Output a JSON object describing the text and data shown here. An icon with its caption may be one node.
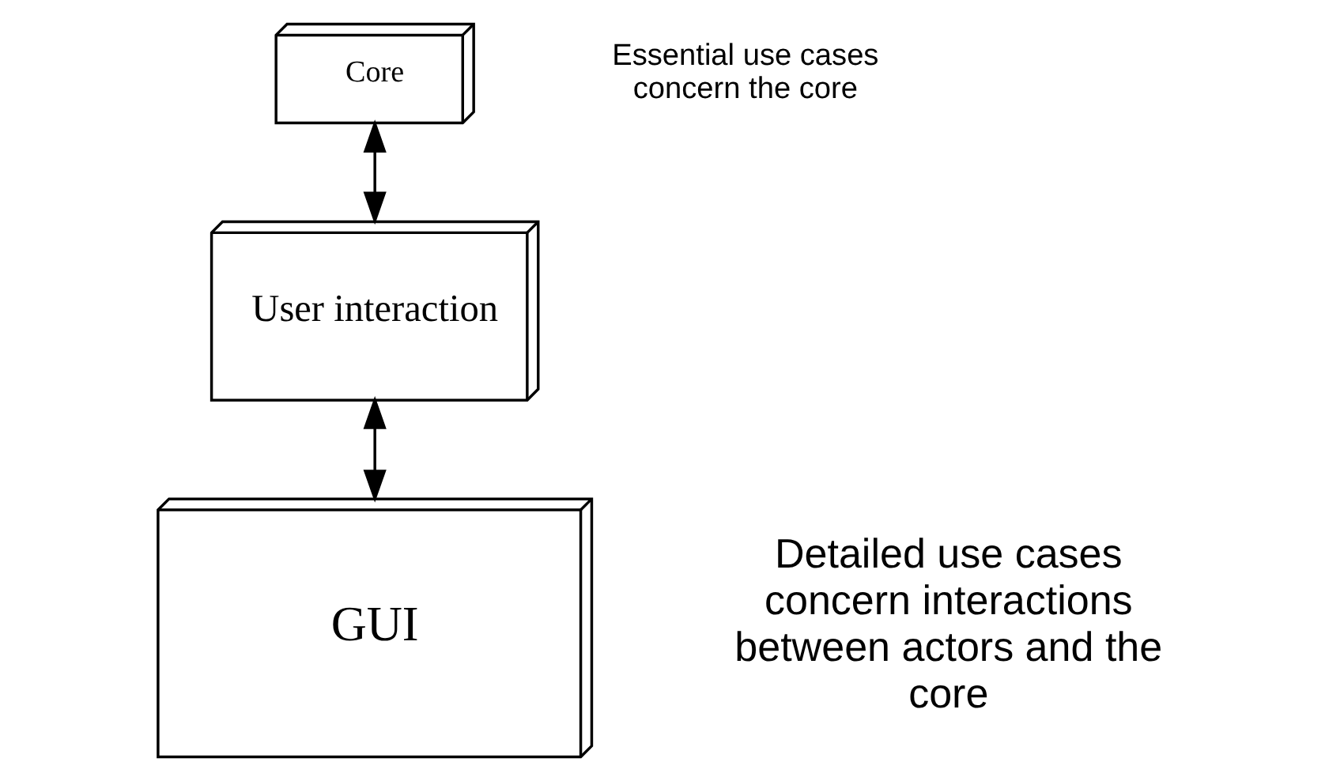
{
  "diagram": {
    "nodes": [
      {
        "text": [
          "Core"
        ]
      },
      {
        "text": [
          "User interaction"
        ]
      },
      {
        "text": [
          "GUI"
        ]
      }
    ],
    "edges": [
      {
        "from": 1,
        "to": 0,
        "arrow": "both"
      },
      {
        "from": 2,
        "to": 1,
        "arrow": "both"
      }
    ],
    "labels": [
      "Essential use cases concern the core",
      "Detailed use cases concern interactions between actors and the core"
    ]
  }
}
